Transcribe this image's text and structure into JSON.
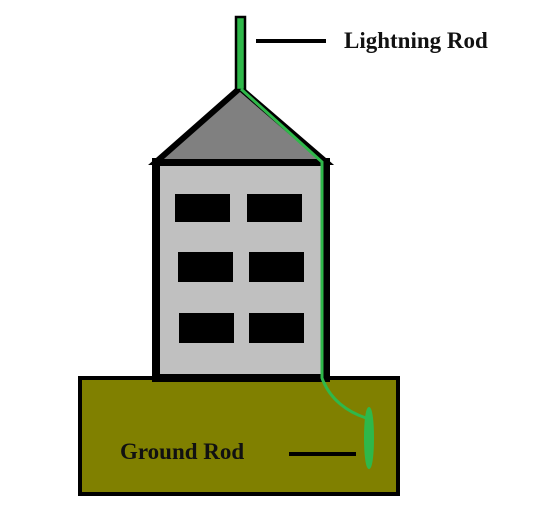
{
  "labels": {
    "lightning_rod": "Lightning Rod",
    "ground_rod": "Ground Rod"
  },
  "colors": {
    "ground_fill": "#808000",
    "building_wall": "#c0c0c0",
    "roof": "#808080",
    "window": "#000000",
    "conductor": "#2fb84a",
    "outline": "#000000"
  },
  "building": {
    "window_rows": 3,
    "window_columns": 2
  }
}
